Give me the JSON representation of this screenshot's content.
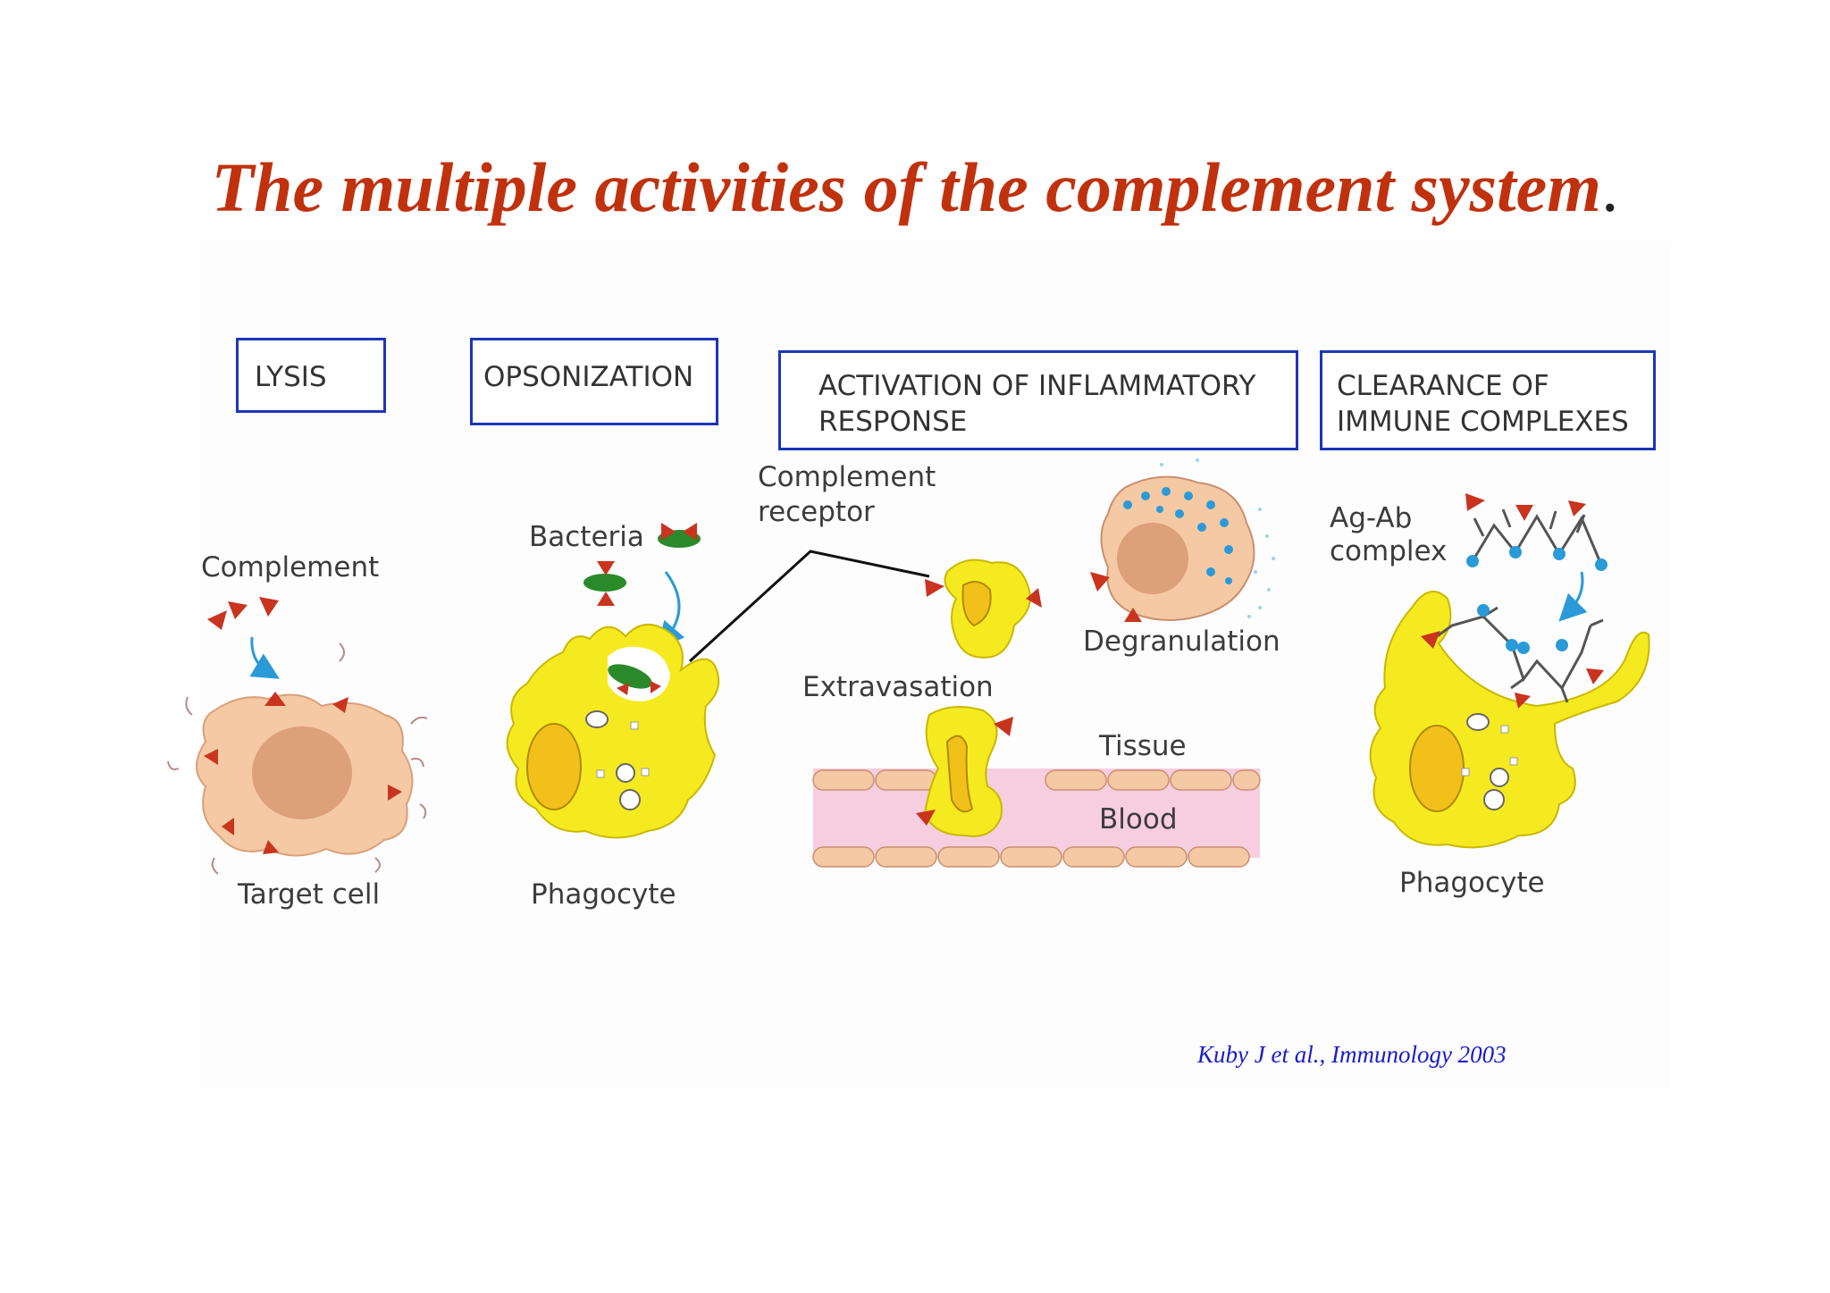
{
  "title": "The multiple activities of the complement system",
  "title_period": ".",
  "headers": {
    "lysis": "LYSIS",
    "opsonization": "OPSONIZATION",
    "inflammatory": "ACTIVATION OF INFLAMMATORY\nRESPONSE",
    "clearance": "CLEARANCE OF\nIMMUNE COMPLEXES"
  },
  "labels": {
    "complement": "Complement",
    "target_cell": "Target cell",
    "bacteria": "Bacteria",
    "phagocyte_1": "Phagocyte",
    "complement_receptor_line1": "Complement",
    "complement_receptor_line2": "receptor",
    "degranulation": "Degranulation",
    "extravasation": "Extravasation",
    "tissue": "Tissue",
    "blood": "Blood",
    "agab_line1": "Ag-Ab",
    "agab_line2": "complex",
    "phagocyte_2": "Phagocyte"
  },
  "citation": "Kuby J et al., Immunology 2003",
  "colors": {
    "title": "#c0310e",
    "header_border": "#1d35b8",
    "phagocyte": "#f5ea1f",
    "complement": "#c9341f",
    "bacteria": "#2a8a2a",
    "arrow": "#2a9ad8",
    "target_cell": "#f4c9a4",
    "blood": "#f7cde0",
    "citation": "#1a1ad0"
  }
}
